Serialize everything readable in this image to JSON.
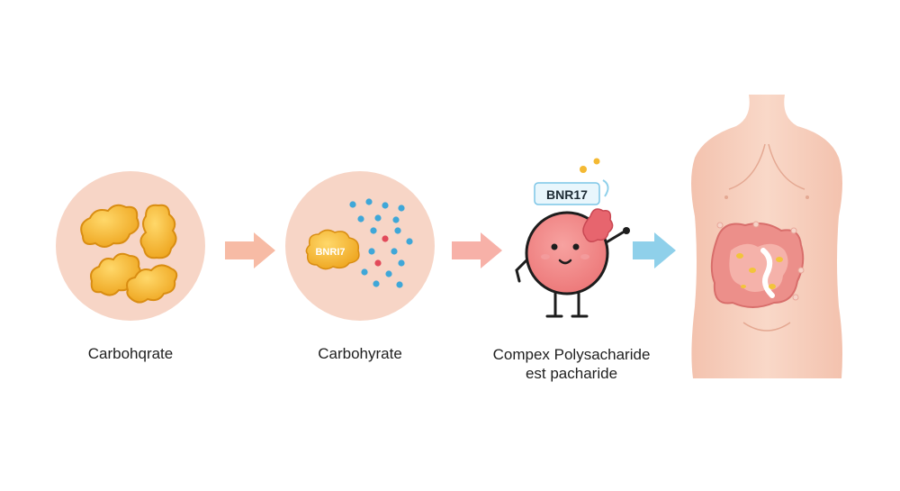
{
  "stages": [
    {
      "caption": "Carbohqrate"
    },
    {
      "caption": "Carbohyrate",
      "badge": "BNRI7"
    },
    {
      "caption_lines": [
        "Compex Polysacharide",
        "est pacharide"
      ],
      "tag": "BNR17"
    }
  ],
  "colors": {
    "panel": "#f7d5c6",
    "carb": "#f2b42b",
    "arrow_peach": "#f7bba5",
    "arrow_blue": "#8fd0ea",
    "character": "#ef7f80",
    "skin": "#f6cdbb",
    "gut": "#ec8f8a"
  }
}
